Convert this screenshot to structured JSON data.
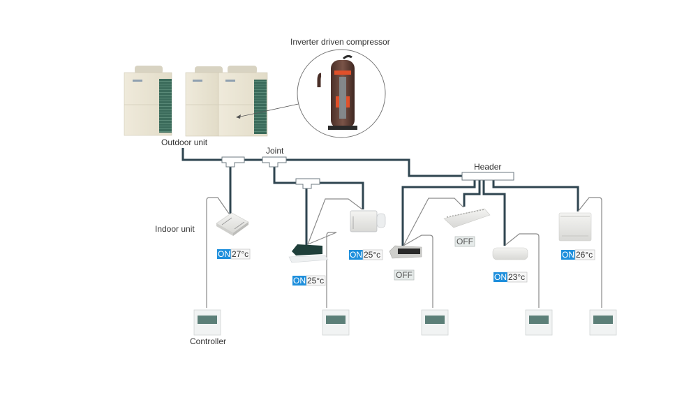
{
  "labels": {
    "compressor": "Inverter driven compressor",
    "outdoor_unit": "Outdoor unit",
    "joint": "Joint",
    "header": "Header",
    "indoor_unit": "Indoor unit",
    "controller": "Controller"
  },
  "colors": {
    "refrigerant_pipe": "#2f4550",
    "control_wire": "#8a8a8a",
    "status_on": "#1e8fdc",
    "status_off_bg": "#e6ebea"
  },
  "indoor_units": [
    {
      "id": "cassette-4way",
      "type": "4-way ceiling cassette",
      "status": "ON",
      "temp": "27°c"
    },
    {
      "id": "cassette-1way",
      "type": "1-way ceiling cassette",
      "status": "ON",
      "temp": "25°c"
    },
    {
      "id": "floor-concealed",
      "type": "floor concealed unit",
      "status": "ON",
      "temp": "25°c"
    },
    {
      "id": "ducted",
      "type": "ceiling concealed duct",
      "status": "OFF",
      "temp": ""
    },
    {
      "id": "ceiling-suspended",
      "type": "ceiling suspended",
      "status": "OFF",
      "temp": ""
    },
    {
      "id": "wall-mounted",
      "type": "wall mounted",
      "status": "ON",
      "temp": "23°c"
    },
    {
      "id": "floor-standing",
      "type": "floor standing",
      "status": "ON",
      "temp": "26°c"
    }
  ],
  "controllers_count": 5
}
